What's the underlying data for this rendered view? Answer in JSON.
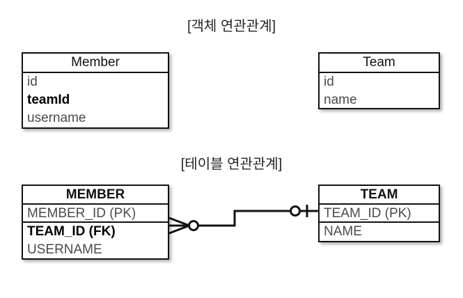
{
  "diagram": {
    "background_color": "#ffffff",
    "line_color": "#111111",
    "text_color": "#4a4a4a",
    "emphasis_color": "#000000"
  },
  "sections": {
    "object": {
      "title": "[객체 연관관계]",
      "entities": {
        "member": {
          "name": "Member",
          "fields": [
            {
              "label": "id",
              "bold": false
            },
            {
              "label": "teamId",
              "bold": true
            },
            {
              "label": "username",
              "bold": false
            }
          ]
        },
        "team": {
          "name": "Team",
          "fields": [
            {
              "label": "id",
              "bold": false
            },
            {
              "label": "name",
              "bold": false
            }
          ]
        }
      }
    },
    "table": {
      "title": "[테이블 연관관계]",
      "entities": {
        "member": {
          "name": "MEMBER",
          "fields": [
            {
              "label": "MEMBER_ID (PK)",
              "bold": false
            },
            {
              "label": "TEAM_ID (FK)",
              "bold": true
            },
            {
              "label": "USERNAME",
              "bold": false
            }
          ]
        },
        "team": {
          "name": "TEAM",
          "fields": [
            {
              "label": "TEAM_ID (PK)",
              "bold": false
            },
            {
              "label": "NAME",
              "bold": false
            }
          ]
        }
      },
      "relationship": {
        "from_entity": "MEMBER",
        "from_field": "TEAM_ID (FK)",
        "from_cardinality": "zero-or-many",
        "to_entity": "TEAM",
        "to_field": "TEAM_ID (PK)",
        "to_cardinality": "zero-or-one",
        "notation": "crows-foot"
      }
    }
  }
}
